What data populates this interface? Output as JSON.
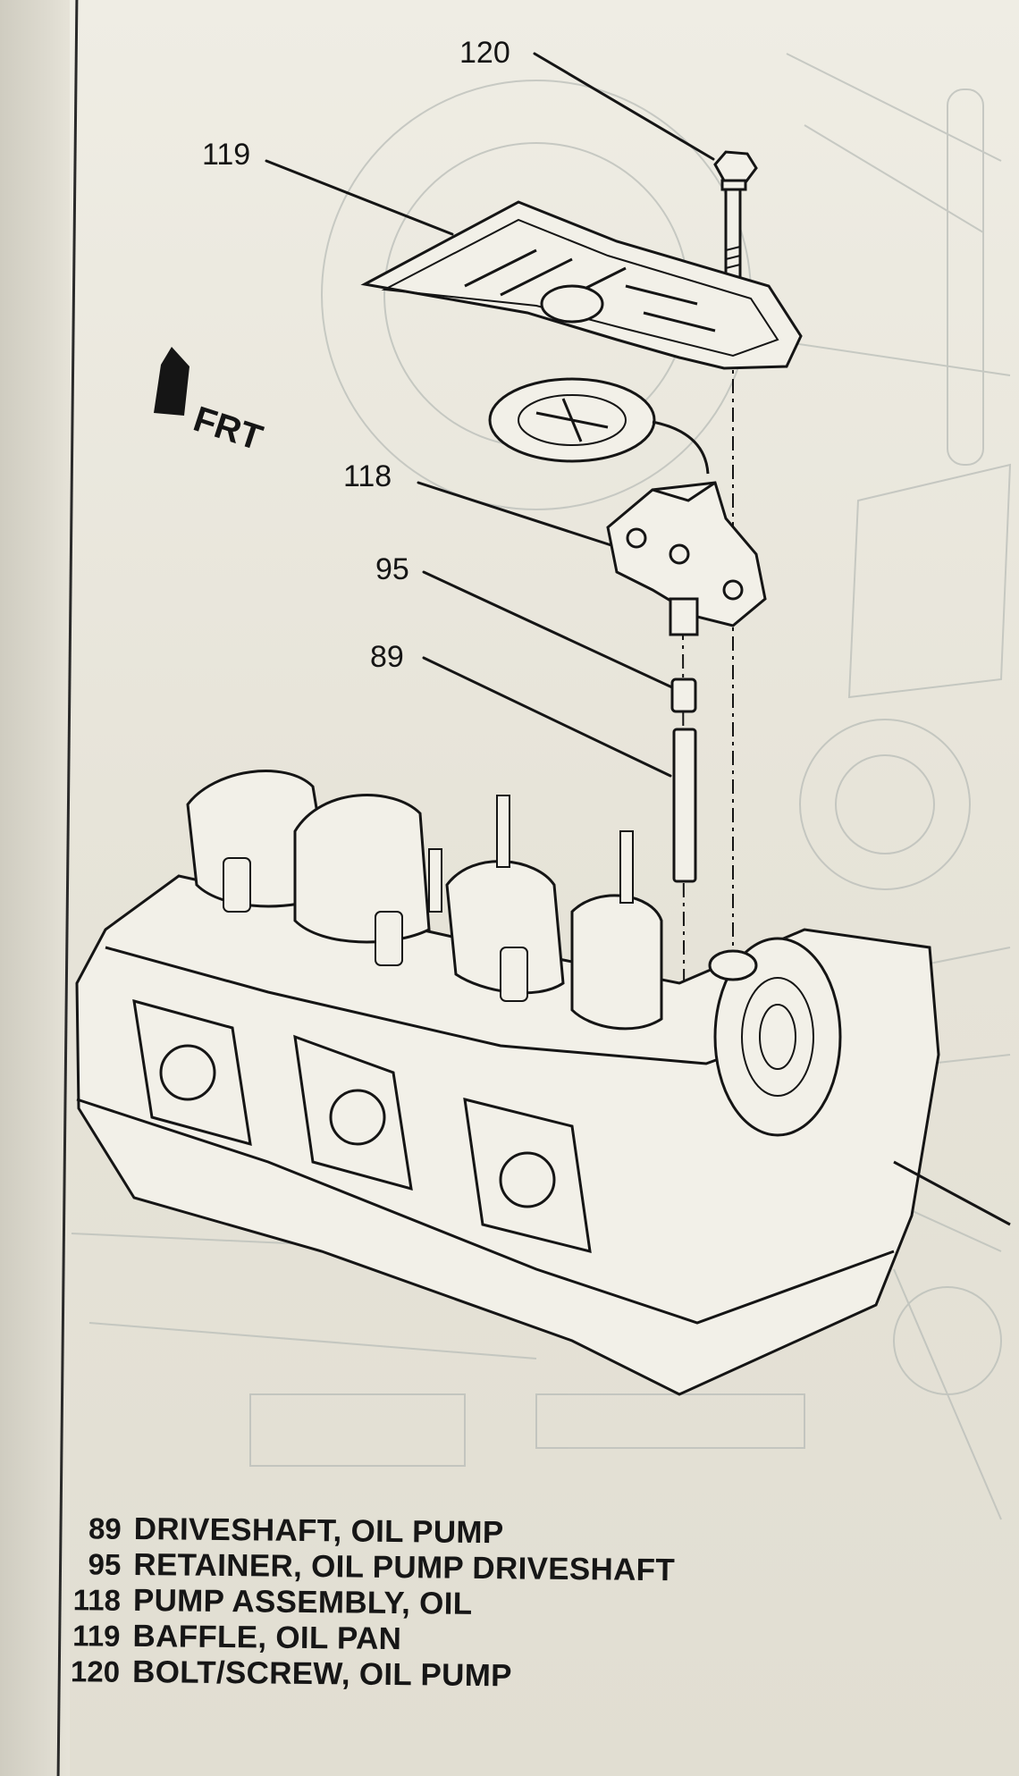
{
  "diagram": {
    "orientation_label": "FRT",
    "callouts": [
      {
        "id": "120",
        "label": "120"
      },
      {
        "id": "119",
        "label": "119"
      },
      {
        "id": "118",
        "label": "118"
      },
      {
        "id": "95",
        "label": "95"
      },
      {
        "id": "89",
        "label": "89"
      }
    ]
  },
  "legend": [
    {
      "number": "89",
      "description": "DRIVESHAFT, OIL PUMP"
    },
    {
      "number": "95",
      "description": "RETAINER, OIL PUMP DRIVESHAFT"
    },
    {
      "number": "118",
      "description": "PUMP ASSEMBLY, OIL"
    },
    {
      "number": "119",
      "description": "BAFFLE, OIL PAN"
    },
    {
      "number": "120",
      "description": "BOLT/SCREW, OIL PUMP"
    }
  ],
  "colors": {
    "ink": "#151515",
    "paper": "#ebe8de",
    "bleed_through": "#b9bdb8"
  }
}
